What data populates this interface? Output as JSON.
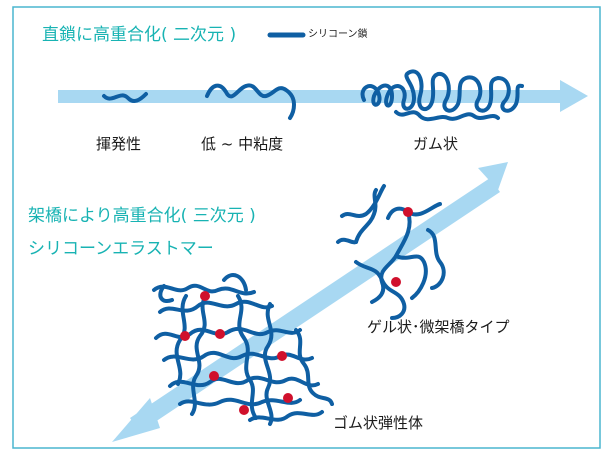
{
  "colors": {
    "border": "#4ab5cf",
    "arrow": "#a8d8f2",
    "chain": "#0f5fa3",
    "crosslink": "#d0102c",
    "heading": "#18b3b3",
    "label": "#1a1a1a"
  },
  "top": {
    "heading": "直鎖に高重合化( 二次元 )",
    "legend_label": "シリコーン鎖",
    "stages": [
      "揮発性",
      "低 ~ 中粘度",
      "ガム状"
    ]
  },
  "bottom": {
    "heading": "架橋により高重合化( 三次元 )",
    "subheading": "シリコーンエラストマー",
    "gel_label": "ゲル状･微架橋タイプ",
    "rubber_label": "ゴム状弾性体"
  }
}
